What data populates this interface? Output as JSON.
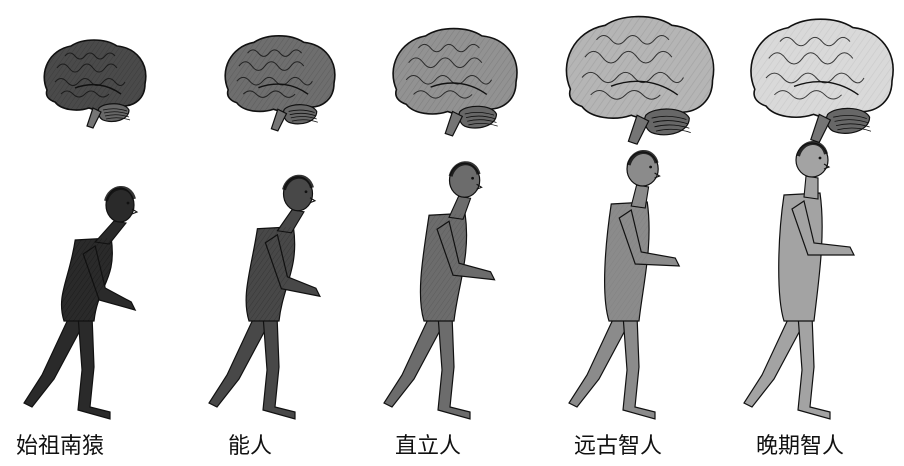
{
  "stages": [
    {
      "id": "ardipithecus",
      "label": "始祖南猿",
      "brain_scale": 1.0,
      "figure_posture": 0.0
    },
    {
      "id": "homo-habilis",
      "label": "能人",
      "brain_scale": 1.08,
      "figure_posture": 0.25
    },
    {
      "id": "homo-erectus",
      "label": "直立人",
      "brain_scale": 1.22,
      "figure_posture": 0.55
    },
    {
      "id": "archaic-sapiens",
      "label": "远古智人",
      "brain_scale": 1.45,
      "figure_posture": 0.8
    },
    {
      "id": "late-sapiens",
      "label": "晚期智人",
      "brain_scale": 1.4,
      "figure_posture": 1.0
    }
  ],
  "colors": {
    "ink": "#111111",
    "brain_dark": "#4a4a4a",
    "brain_light": "#d9d9d9",
    "skin_dark": "#2a2a2a",
    "skin_light": "#b8b8b8"
  }
}
